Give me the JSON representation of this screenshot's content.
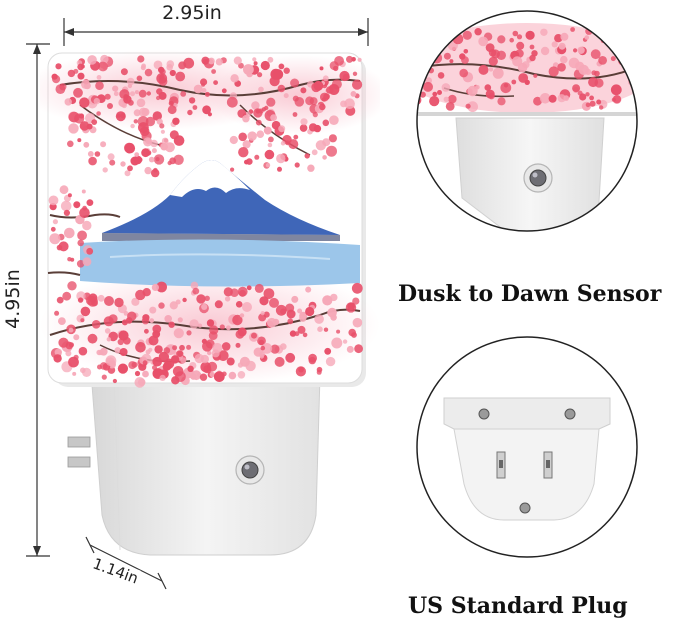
{
  "dimensions": {
    "width_label": "2.95in",
    "height_label": "4.95in",
    "depth_label": "1.14in"
  },
  "captions": {
    "sensor": "Dusk to Dawn Sensor",
    "plug": "US Standard Plug"
  },
  "colors": {
    "blossom": "#e8506a",
    "blossom_light": "#f6a8b8",
    "mountain": "#3f66b8",
    "lake": "#9cc6ea",
    "housing": "#eeeeee"
  }
}
